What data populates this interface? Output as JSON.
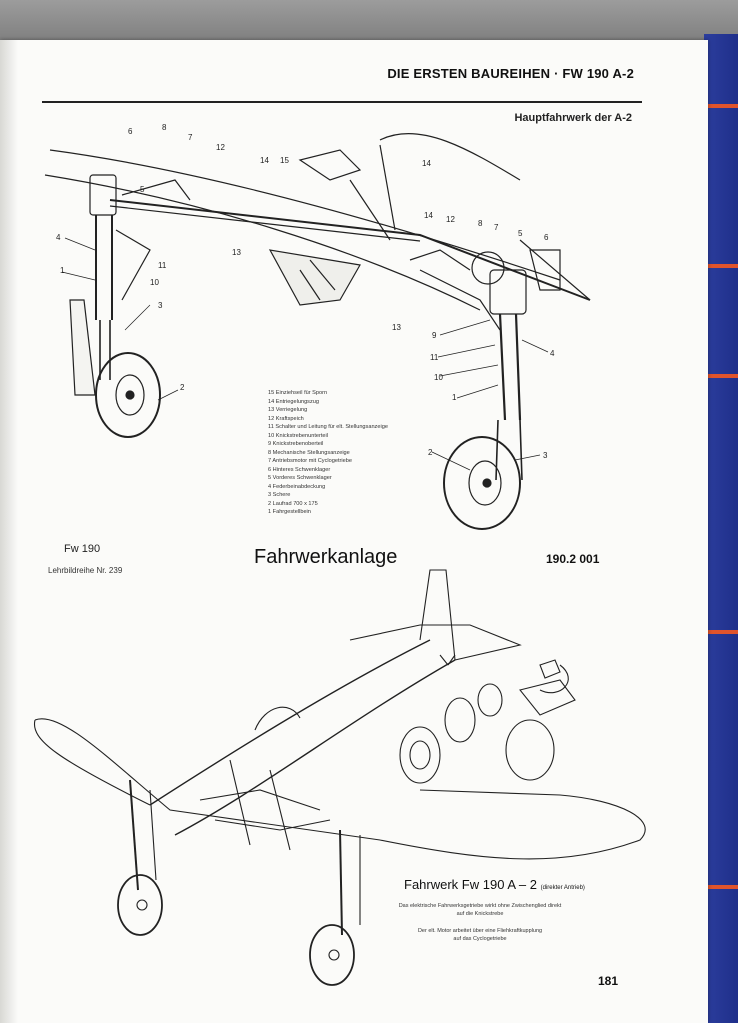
{
  "header": {
    "running_title": "DIE ERSTEN BAUREIHEN · FW 190 A-2",
    "subtitle": "Hauptfahrwerk der A-2"
  },
  "top_drawing": {
    "callouts_left": [
      "6",
      "8",
      "7",
      "12",
      "14",
      "15",
      "5",
      "4",
      "1",
      "11",
      "10",
      "3",
      "2",
      "13"
    ],
    "callouts_right": [
      "14",
      "14",
      "12",
      "8",
      "7",
      "5",
      "6",
      "13",
      "9",
      "11",
      "4",
      "10",
      "1",
      "2",
      "3"
    ],
    "legend": [
      "15 Einziehseil für Sporn",
      "14 Entriegelungszug",
      "13 Verriegelung",
      "12 Kraftspeich",
      "11 Schalter und Leitung für elt. Stellungsanzeige",
      "10 Knickstrebenunterteil",
      "9 Knickstrebenoberteil",
      "8 Mechanische Stellungsanzeige",
      "7 Antriebsmotor mit Cyclogetriebe",
      "6 Hinteres Schwenklager",
      "5 Vorderes Schwenklager",
      "4 Federbeinabdeckung",
      "3 Schere",
      "2 Laufrad 700 x 175",
      "1 Fahrgestellbein"
    ]
  },
  "plate": {
    "left_label": "Fw 190",
    "series_label": "Lehrbildreihe Nr. 239",
    "title": "Fahrwerkanlage",
    "plate_number": "190.2 001"
  },
  "bottom_drawing": {
    "caption_main": "Fahrwerk Fw 190 A – 2",
    "caption_small": "(direkter Antrieb)",
    "note_1_line1": "Das elektrische Fahrwerksgetriebe wirkt ohne Zwischenglied direkt",
    "note_1_line2": "auf die Knickstrebe",
    "note_2_line1": "Der elt. Motor arbeitet über eine Fliehkraftkupplung",
    "note_2_line2": "auf das Cyclogetriebe"
  },
  "page_number": "181",
  "colors": {
    "book_cover": "#2c3e9e",
    "tab_marker": "#e0542c",
    "paper": "#fbfbf9",
    "ink": "#222222"
  }
}
